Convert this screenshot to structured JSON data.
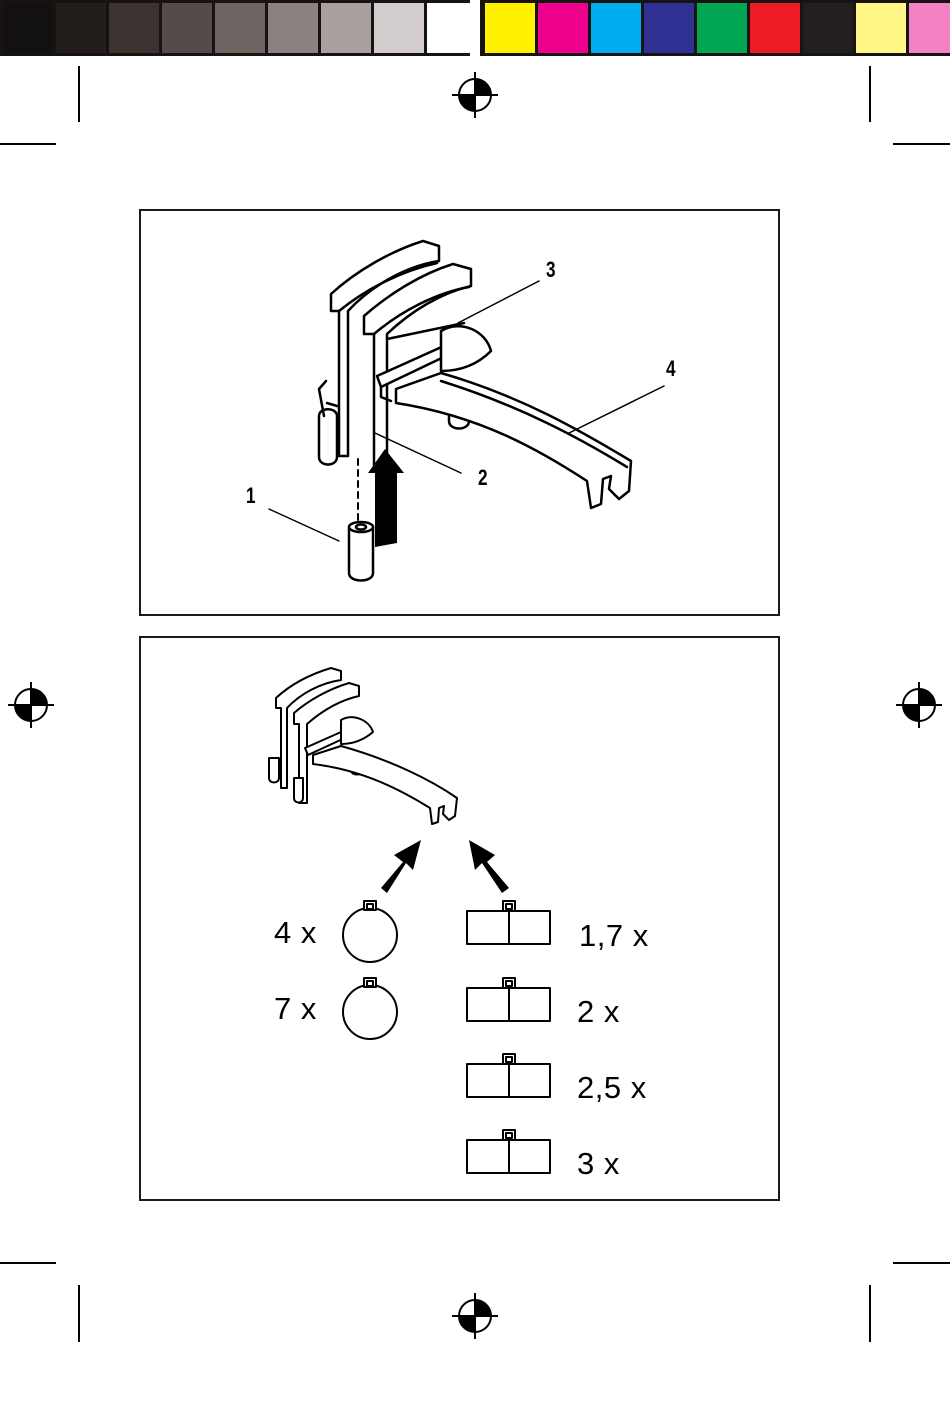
{
  "print_marks": {
    "gray_swatches": [
      "#121010",
      "#231e1c",
      "#3b3330",
      "#544c4a",
      "#6e6562",
      "#8a8280",
      "#a8a19f",
      "#d2cdcc",
      "#ffffff"
    ],
    "color_swatches": [
      "#fff200",
      "#ec008c",
      "#00aeef",
      "#2e3192",
      "#00a651",
      "#ed1c24",
      "#231f20",
      "#fff685",
      "#f382c3"
    ]
  },
  "figure_top": {
    "callouts": {
      "part_1": "1",
      "part_2": "2",
      "part_3": "3",
      "part_4": "4"
    }
  },
  "figure_bottom": {
    "round_weights": [
      {
        "label": "4 x"
      },
      {
        "label": "7 x"
      }
    ],
    "rect_weights": [
      {
        "label": "1,7 x"
      },
      {
        "label": "2 x"
      },
      {
        "label": "2,5 x"
      },
      {
        "label": "3 x"
      }
    ]
  }
}
